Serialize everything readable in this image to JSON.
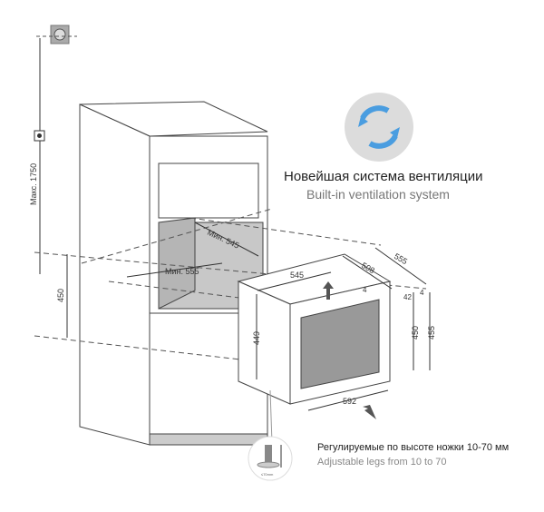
{
  "ventilation": {
    "title_ru": "Новейшая система вентиляции",
    "title_en": "Built-in ventilation system",
    "icon": "rotate-arrows-icon",
    "icon_color": "#4a9de0"
  },
  "legs": {
    "title_ru": "Регулируемые по высоте ножки 10-70 мм",
    "title_en": "Adjustable legs from 10 to 70",
    "icon": "adjustable-leg-icon",
    "icon_label": "≤70mm"
  },
  "dimensions": {
    "max_height": "Макс. 1750",
    "niche_height": "450",
    "niche_depth": "Мин. 545",
    "niche_width": "Мин. 555",
    "unit_width": "545",
    "unit_depth": "508",
    "total_depth": "555",
    "unit_height_side": "449",
    "unit_height_front": "450",
    "total_height": "455",
    "front_width": "592",
    "gap_a": "4",
    "gap_b": "42",
    "gap_c": "4"
  },
  "socket_icon": "power-socket-icon",
  "plug_icon": "plug-icon"
}
